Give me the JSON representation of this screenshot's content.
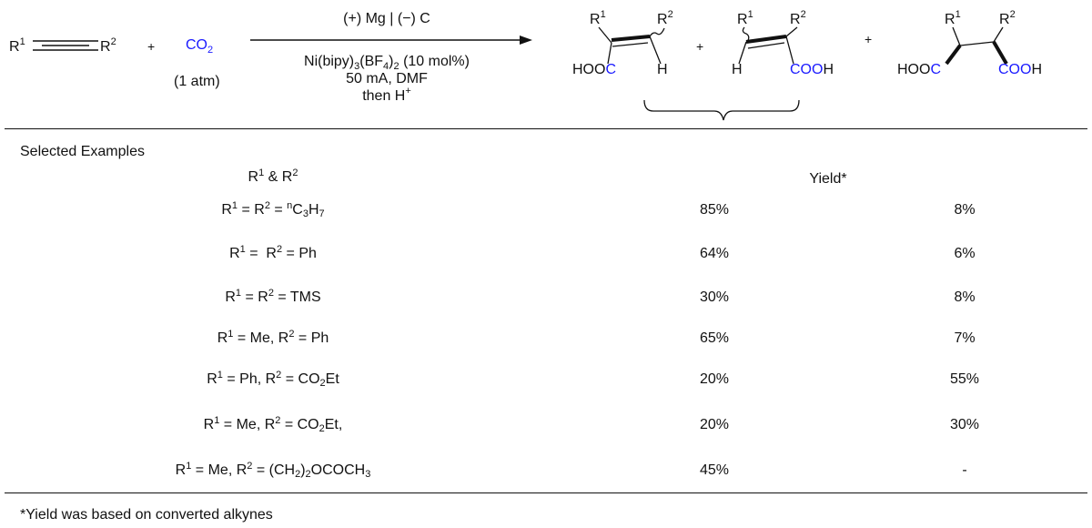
{
  "scheme": {
    "reactant": {
      "r1": "R",
      "r1_sup": "1",
      "r2": "R",
      "r2_sup": "2"
    },
    "plus": "+",
    "co2": {
      "base": "CO",
      "sub": "2"
    },
    "pressure": "(1 atm)",
    "conditions": {
      "line1": "(+) Mg | (−) C",
      "line2_a": "Ni(bipy)",
      "line2_sub1": "3",
      "line2_b": "(BF",
      "line2_sub2": "4",
      "line2_c": ")",
      "line2_sub3": "2",
      "line2_d": " (10 mol%)",
      "line3": "50 mA, DMF",
      "line4": "then H",
      "line4_sup": "+"
    },
    "products": {
      "hooc": "HOOC",
      "cooh": "COOH",
      "h": "H",
      "hooc_blue": "C",
      "hooc_black": "HOO",
      "cooh_blue": "COO",
      "cooh_black": "H"
    },
    "colors": {
      "accent": "#1a1aff",
      "text": "#111111"
    }
  },
  "table": {
    "section_label": "Selected Examples",
    "col1_header": "R¹ & R²",
    "col2_header": "Yield*",
    "rows": [
      {
        "sub_html": "R<sup>1</sup> = R<sup>2</sup> = <sup>n</sup>C<sub>3</sub>H<sub>7</sub>",
        "yield_a": "85%",
        "yield_b": "8%"
      },
      {
        "sub_html": "R<sup>1</sup> = &nbsp;R<sup>2</sup> = Ph",
        "yield_a": "64%",
        "yield_b": "6%"
      },
      {
        "sub_html": "R<sup>1</sup> = R<sup>2</sup> = TMS",
        "yield_a": "30%",
        "yield_b": "8%"
      },
      {
        "sub_html": "R<sup>1</sup> = Me, R<sup>2</sup> = Ph",
        "yield_a": "65%",
        "yield_b": "7%"
      },
      {
        "sub_html": "R<sup>1</sup> = Ph, R<sup>2</sup> = CO<sub>2</sub>Et",
        "yield_a": "20%",
        "yield_b": "55%"
      },
      {
        "sub_html": "R<sup>1</sup> = Me, R<sup>2</sup> = CO<sub>2</sub>Et,",
        "yield_a": "20%",
        "yield_b": "30%"
      },
      {
        "sub_html": "R<sup>1</sup> = Me, R<sup>2</sup> = (CH<sub>2</sub>)<sub>2</sub>OCOCH<sub>3</sub>",
        "yield_a": "45%",
        "yield_b": "-"
      }
    ],
    "footnote": "*Yield was based on converted alkynes"
  }
}
